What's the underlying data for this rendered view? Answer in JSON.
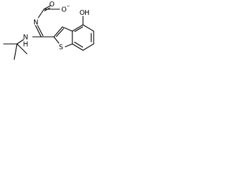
{
  "structure": {
    "atom_labels": {
      "carbonyl_oxygen": "O",
      "oxide_oxygen": "O",
      "oxide_charge": "−",
      "imine_nitrogen": "N",
      "amine_nitrogen_n": "N",
      "amine_nitrogen_h": "H",
      "ring_sulfur": "S",
      "hydroxyl_oxygen": "O",
      "hydroxyl_hydrogen": "H"
    }
  }
}
